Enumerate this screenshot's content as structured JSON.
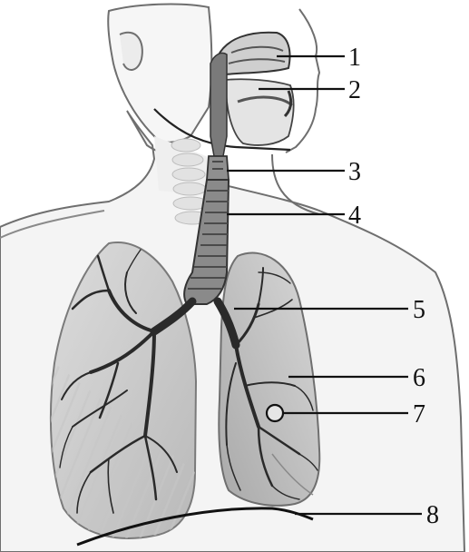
{
  "diagram": {
    "subject": "human-respiratory-system",
    "labels": [
      {
        "id": "label-1",
        "text": "1"
      },
      {
        "id": "label-2",
        "text": "2"
      },
      {
        "id": "label-3",
        "text": "3"
      },
      {
        "id": "label-4",
        "text": "4"
      },
      {
        "id": "label-5",
        "text": "5"
      },
      {
        "id": "label-6",
        "text": "6"
      },
      {
        "id": "label-7",
        "text": "7"
      },
      {
        "id": "label-8",
        "text": "8"
      }
    ],
    "colors": {
      "background": "#ffffff",
      "body_outline": "#6f6f6f",
      "lung_fill": "#d4d4d4",
      "lung_dark": "#9a9a9a",
      "airway": "#5a5a5a",
      "bronchi": "#1e1e1e",
      "skeleton": "#e8e8e8"
    }
  }
}
